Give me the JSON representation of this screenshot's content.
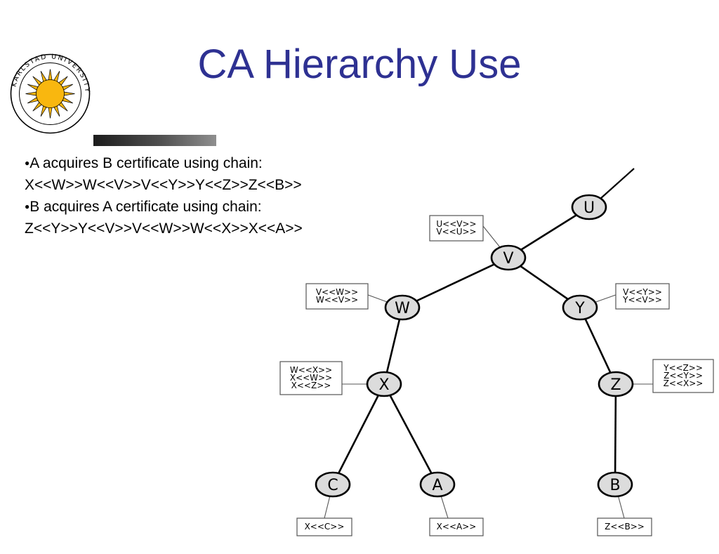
{
  "slide": {
    "title": "CA Hierarchy Use",
    "logo_text": "KARLSTAD UNIVERSITY",
    "bullets": [
      {
        "lead": "A acquires B certificate using chain:",
        "chain": "X<<W>>W<<V>>V<<Y>>Y<<Z>>Z<<B>>"
      },
      {
        "lead": "B acquires A certificate using chain:",
        "chain": "Z<<Y>>Y<<V>>V<<W>>W<<X>>X<<A>>"
      }
    ]
  },
  "colors": {
    "title": "#2e3192",
    "node_fill": "#dcdcdc",
    "node_stroke": "#000000",
    "logo_sun": "#f9b70f"
  },
  "tree": {
    "nodes": [
      {
        "id": "U",
        "label": "U"
      },
      {
        "id": "V",
        "label": "V"
      },
      {
        "id": "W",
        "label": "W"
      },
      {
        "id": "Y",
        "label": "Y"
      },
      {
        "id": "X",
        "label": "X"
      },
      {
        "id": "Z",
        "label": "Z"
      },
      {
        "id": "C",
        "label": "C"
      },
      {
        "id": "A",
        "label": "A"
      },
      {
        "id": "B",
        "label": "B"
      }
    ],
    "edges": [
      [
        "V",
        "U"
      ],
      [
        "V",
        "W"
      ],
      [
        "V",
        "Y"
      ],
      [
        "W",
        "X"
      ],
      [
        "Y",
        "Z"
      ],
      [
        "X",
        "C"
      ],
      [
        "X",
        "A"
      ],
      [
        "Z",
        "B"
      ]
    ],
    "cert_boxes": [
      {
        "node": "V",
        "lines": [
          "U<<V>>",
          "V<<U>>"
        ]
      },
      {
        "node": "W",
        "lines": [
          "V<<W>>",
          "W<<V>>"
        ]
      },
      {
        "node": "Y",
        "lines": [
          "V<<Y>>",
          "Y<<V>>"
        ]
      },
      {
        "node": "X",
        "lines": [
          "W<<X>>",
          "X<<W>>",
          "X<<Z>>"
        ]
      },
      {
        "node": "Z",
        "lines": [
          "Y<<Z>>",
          "Z<<Y>>",
          "Z<<X>>"
        ]
      },
      {
        "node": "C",
        "lines": [
          "X<<C>>"
        ]
      },
      {
        "node": "A",
        "lines": [
          "X<<A>>"
        ]
      },
      {
        "node": "B",
        "lines": [
          "Z<<B>>"
        ]
      }
    ]
  }
}
